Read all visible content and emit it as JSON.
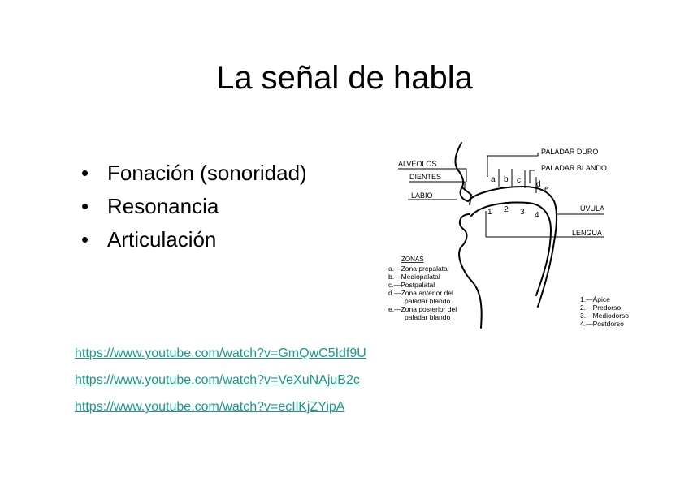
{
  "slide": {
    "title": "La señal de habla",
    "bullet_char": "•",
    "bullets": [
      "Fonación (sonoridad)",
      "Resonancia",
      "Articulación"
    ],
    "links": [
      "https://www.youtube.com/watch?v=GmQwC5Idf9U",
      "https://www.youtube.com/watch?v=VeXuNAjuB2c",
      "https://www.youtube.com/watch?v=ecIlKjZYipA"
    ],
    "link_color": "#17998a"
  },
  "diagram": {
    "labels": {
      "paladar_duro": "PALADAR DURO",
      "paladar_blando": "PALADAR BLANDO",
      "alveolos": "ALVÉOLOS",
      "dientes": "DIENTES",
      "labio": "LABIO",
      "uvula": "ÚVULA",
      "lengua": "LENGUA"
    },
    "zone_letters": [
      "a",
      "b",
      "c",
      "d",
      "e"
    ],
    "tongue_numbers": [
      "1",
      "2",
      "3",
      "4"
    ],
    "zonas": {
      "heading": "ZONAS",
      "lines": [
        "a.—Zona prepalatal",
        "b.—Mediopalatal",
        "c.—Postpalatal",
        "d.—Zona anterior del",
        "paladar blando",
        "e.—Zona posterior del",
        "paladar blando"
      ]
    },
    "tongue_parts": [
      "1.—Ápice",
      "2.—Predorso",
      "3.—Mediodorso",
      "4.—Postdorso"
    ]
  }
}
